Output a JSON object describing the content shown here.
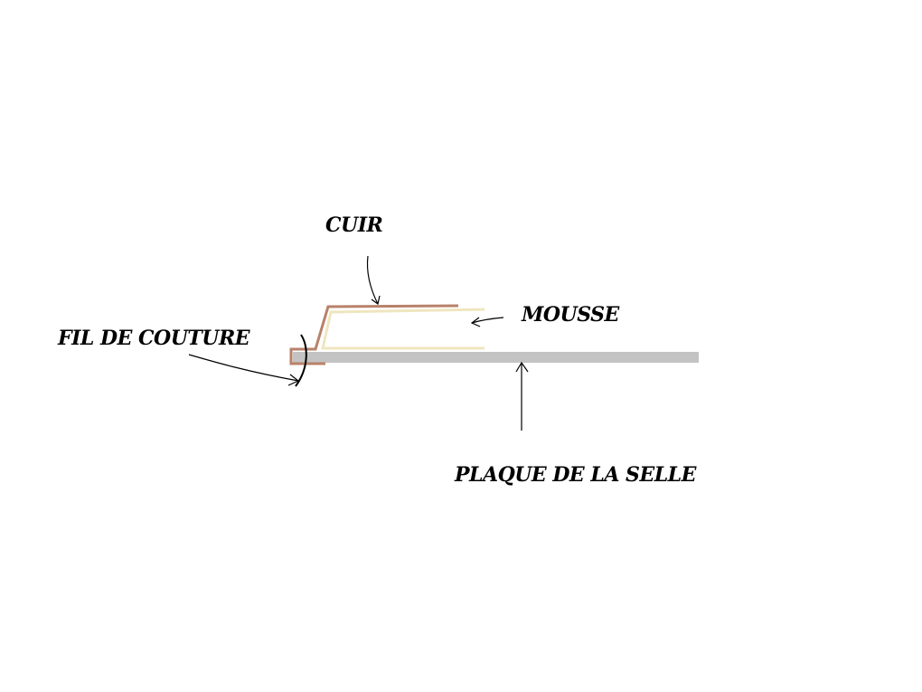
{
  "labels": {
    "cuir": "CUIR",
    "mousse": "MOUSSE",
    "fil_de_couture": "FIL DE COUTURE",
    "plaque_de_la_selle": "PLAQUE DE LA SELLE"
  },
  "colors": {
    "background": "#ffffff",
    "leather": "#b8826a",
    "foam": "#efe6bf",
    "plate": "#c3c3c3",
    "ink": "#000000"
  }
}
